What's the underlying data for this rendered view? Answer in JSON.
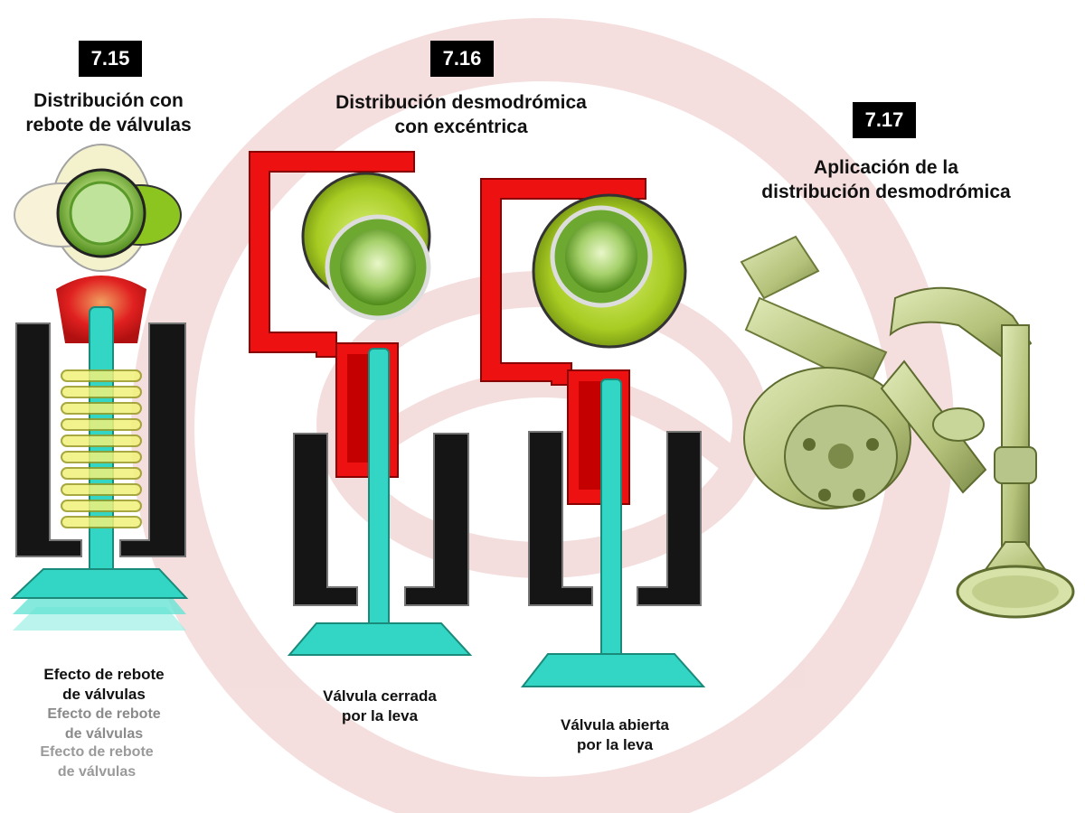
{
  "figures": [
    {
      "number": "7.15",
      "title_line1": "Distribución con",
      "title_line2": "rebote de válvulas",
      "caption_line1": "Efecto de rebote",
      "caption_line2": "de válvulas"
    },
    {
      "number": "7.16",
      "title_line1": "Distribución desmodrómica",
      "title_line2": "con excéntrica",
      "left_caption_line1": "Válvula cerrada",
      "left_caption_line2": "por la leva",
      "right_caption_line1": "Válvula abierta",
      "right_caption_line2": "por la leva"
    },
    {
      "number": "7.17",
      "title_line1": "Aplicación de la",
      "title_line2": "distribución desmodrómica"
    }
  ],
  "colors": {
    "valve": "#33d6c4",
    "rocker": "#ee1111",
    "cam_green": "#9ccc3a",
    "guide": "#111111",
    "spring": "#e8e85a",
    "part_3d": "#c9d69a"
  }
}
